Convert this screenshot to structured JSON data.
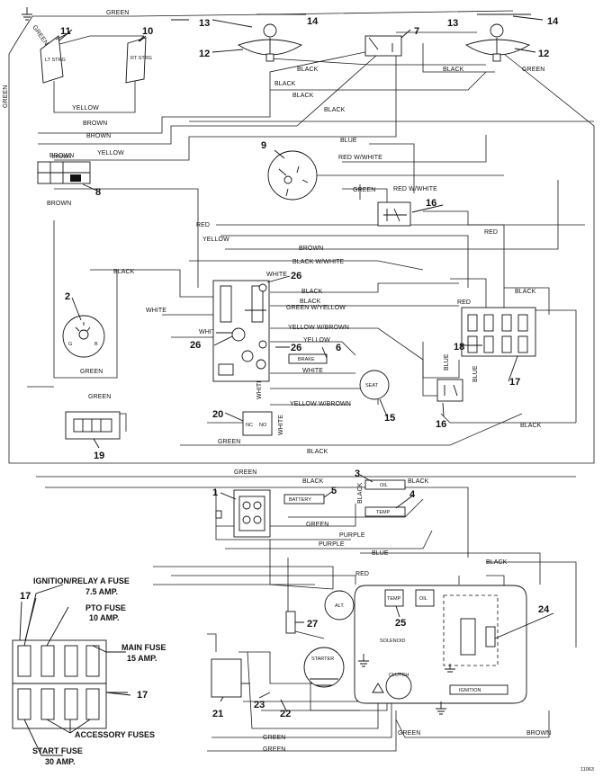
{
  "wire_labels": {
    "green": "GREEN",
    "black": "BLACK",
    "yellow": "YELLOW",
    "brown": "BROWN",
    "blue": "BLUE",
    "red": "RED",
    "white": "WHITE",
    "red_white": "RED W/WHITE",
    "black_white": "BLACK W/WHITE",
    "green_yellow": "GREEN W/YELLOW",
    "yellow_brown": "YELLOW W/BROWN",
    "purple": "PURPLE"
  },
  "components": {
    "lt_strg": "LT STRG",
    "rt_strg": "RT STRG",
    "brake": "BRAKE",
    "seat": "SEAT",
    "battery": "BATTERY",
    "oil": "OIL",
    "temp": "TEMP",
    "alt": "ALT.",
    "solenoid": "SOLENOID",
    "starter": "STARTER",
    "clutch": "CLUTCH",
    "ignition": "IGNITION",
    "no": "NO",
    "nc": "NC"
  },
  "callouts": [
    "1",
    "2",
    "3",
    "4",
    "5",
    "6",
    "7",
    "8",
    "9",
    "10",
    "11",
    "12",
    "13",
    "14",
    "15",
    "16",
    "17",
    "18",
    "19",
    "20",
    "21",
    "22",
    "23",
    "24",
    "25",
    "26",
    "27"
  ],
  "fuse_legend": {
    "ignition_relay": "IGNITION/RELAY A FUSE",
    "ignition_amp": "7.5 AMP.",
    "pto": "PTO FUSE",
    "pto_amp": "10 AMP.",
    "main": "MAIN FUSE",
    "main_amp": "15 AMP.",
    "accessory": "ACCESSORY FUSES",
    "start": "START FUSE",
    "start_amp": "30 AMP."
  },
  "drawing_number": "11063"
}
